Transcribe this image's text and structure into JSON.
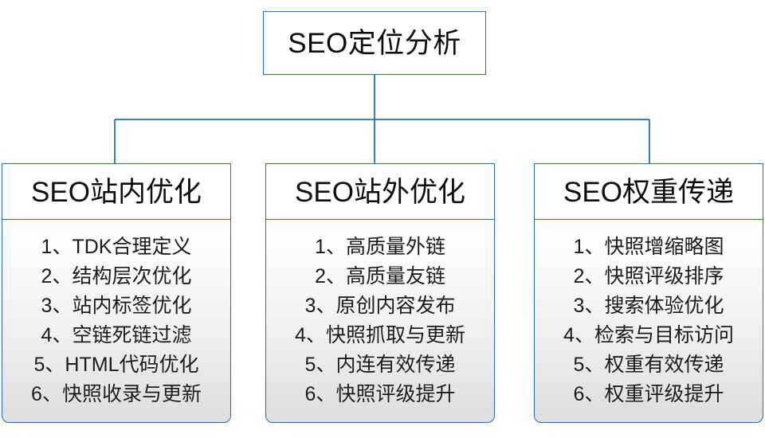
{
  "diagram": {
    "type": "org-chart",
    "accent_color": "#1f6fc1",
    "text_color": "#0d0d0d",
    "panel_gradient_top": "#ffffff",
    "panel_gradient_bottom": "#dedede",
    "root": {
      "label": "SEO定位分析"
    },
    "branches": [
      {
        "header": "SEO站内优化",
        "items": [
          "1、TDK合理定义",
          "2、结构层次优化",
          "3、站内标签优化",
          "4、空链死链过滤",
          "5、HTML代码优化",
          "6、快照收录与更新"
        ]
      },
      {
        "header": "SEO站外优化",
        "items": [
          "1、高质量外链",
          "2、高质量友链",
          "3、原创内容发布",
          "4、快照抓取与更新",
          "5、内连有效传递",
          "6、快照评级提升"
        ]
      },
      {
        "header": "SEO权重传递",
        "items": [
          "1、快照增缩略图",
          "2、快照评级排序",
          "3、搜索体验优化",
          "4、检索与目标访问",
          "5、权重有效传递",
          "6、权重评级提升"
        ]
      }
    ]
  }
}
